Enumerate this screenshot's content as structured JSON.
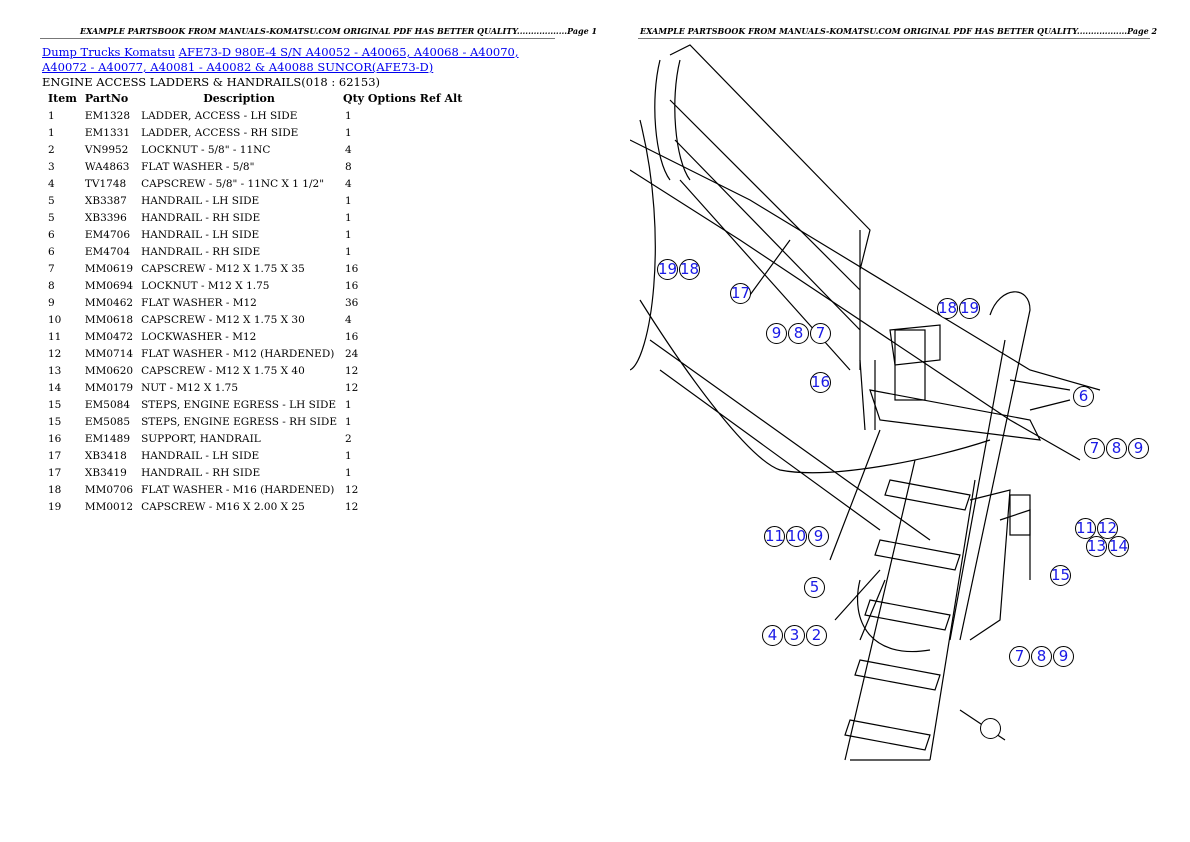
{
  "page1": {
    "header": "EXAMPLE PARTSBOOK FROM MANUALS-KOMATSU.COM ORIGINAL PDF HAS BETTER QUALITY..................Page 1",
    "breadcrumb": {
      "link1": "Dump Trucks Komatsu",
      "link2": "AFE73-D 980E-4 S/N A40052 - A40065, A40068 - A40070, A40072 - A40077, A40081 - A40082 & A40088 SUNCOR(AFE73-D)"
    },
    "section_title": "ENGINE ACCESS LADDERS & HANDRAILS(018 : 62153)",
    "columns": {
      "item": "Item",
      "partno": "PartNo",
      "description": "Description",
      "qty": "Qty",
      "options": "Options",
      "ref": "Ref",
      "alt": "Alt"
    },
    "rows": [
      {
        "item": "1",
        "partno": "EM1328",
        "description": "LADDER, ACCESS - LH SIDE",
        "qty": "1"
      },
      {
        "item": "1",
        "partno": "EM1331",
        "description": "LADDER, ACCESS - RH SIDE",
        "qty": "1"
      },
      {
        "item": "2",
        "partno": "VN9952",
        "description": "LOCKNUT - 5/8\" - 11NC",
        "qty": "4"
      },
      {
        "item": "3",
        "partno": "WA4863",
        "description": "FLAT WASHER - 5/8\"",
        "qty": "8"
      },
      {
        "item": "4",
        "partno": "TV1748",
        "description": "CAPSCREW - 5/8\" - 11NC X 1 1/2\"",
        "qty": "4"
      },
      {
        "item": "5",
        "partno": "XB3387",
        "description": "HANDRAIL - LH SIDE",
        "qty": "1"
      },
      {
        "item": "5",
        "partno": "XB3396",
        "description": "HANDRAIL - RH SIDE",
        "qty": "1"
      },
      {
        "item": "6",
        "partno": "EM4706",
        "description": "HANDRAIL - LH SIDE",
        "qty": "1"
      },
      {
        "item": "6",
        "partno": "EM4704",
        "description": "HANDRAIL - RH SIDE",
        "qty": "1"
      },
      {
        "item": "7",
        "partno": "MM0619",
        "description": "CAPSCREW - M12 X 1.75 X 35",
        "qty": "16"
      },
      {
        "item": "8",
        "partno": "MM0694",
        "description": "LOCKNUT - M12 X 1.75",
        "qty": "16"
      },
      {
        "item": "9",
        "partno": "MM0462",
        "description": "FLAT WASHER - M12",
        "qty": "36"
      },
      {
        "item": "10",
        "partno": "MM0618",
        "description": "CAPSCREW - M12 X 1.75 X 30",
        "qty": "4"
      },
      {
        "item": "11",
        "partno": "MM0472",
        "description": "LOCKWASHER - M12",
        "qty": "16"
      },
      {
        "item": "12",
        "partno": "MM0714",
        "description": "FLAT WASHER - M12 (HARDENED)",
        "qty": "24"
      },
      {
        "item": "13",
        "partno": "MM0620",
        "description": "CAPSCREW - M12 X 1.75 X 40",
        "qty": "12"
      },
      {
        "item": "14",
        "partno": "MM0179",
        "description": "NUT - M12 X 1.75",
        "qty": "12"
      },
      {
        "item": "15",
        "partno": "EM5084",
        "description": "STEPS, ENGINE EGRESS - LH SIDE",
        "qty": "1"
      },
      {
        "item": "15",
        "partno": "EM5085",
        "description": "STEPS, ENGINE EGRESS - RH SIDE",
        "qty": "1"
      },
      {
        "item": "16",
        "partno": "EM1489",
        "description": "SUPPORT, HANDRAIL",
        "qty": "2"
      },
      {
        "item": "17",
        "partno": "XB3418",
        "description": "HANDRAIL - LH SIDE",
        "qty": "1"
      },
      {
        "item": "17",
        "partno": "XB3419",
        "description": "HANDRAIL - RH SIDE",
        "qty": "1"
      },
      {
        "item": "18",
        "partno": "MM0706",
        "description": "FLAT WASHER - M16 (HARDENED)",
        "qty": "12"
      },
      {
        "item": "19",
        "partno": "MM0012",
        "description": "CAPSCREW - M16 X 2.00 X 25",
        "qty": "12"
      }
    ]
  },
  "page2": {
    "header": "EXAMPLE PARTSBOOK FROM MANUALS-KOMATSU.COM ORIGINAL PDF HAS BETTER QUALITY..................Page 2",
    "callouts": [
      [
        "19",
        "18"
      ],
      [
        "17"
      ],
      [
        "18",
        "19"
      ],
      [
        "9",
        "8",
        "7"
      ],
      [
        "16"
      ],
      [
        "6"
      ],
      [
        "7",
        "8",
        "9"
      ],
      [
        "11",
        "10",
        "9"
      ],
      [
        "11",
        "12"
      ],
      [
        "13",
        "14"
      ],
      [
        "15"
      ],
      [
        "5"
      ],
      [
        "4",
        "3",
        "2"
      ],
      [
        "7",
        "8",
        "9"
      ],
      [
        ""
      ]
    ]
  }
}
